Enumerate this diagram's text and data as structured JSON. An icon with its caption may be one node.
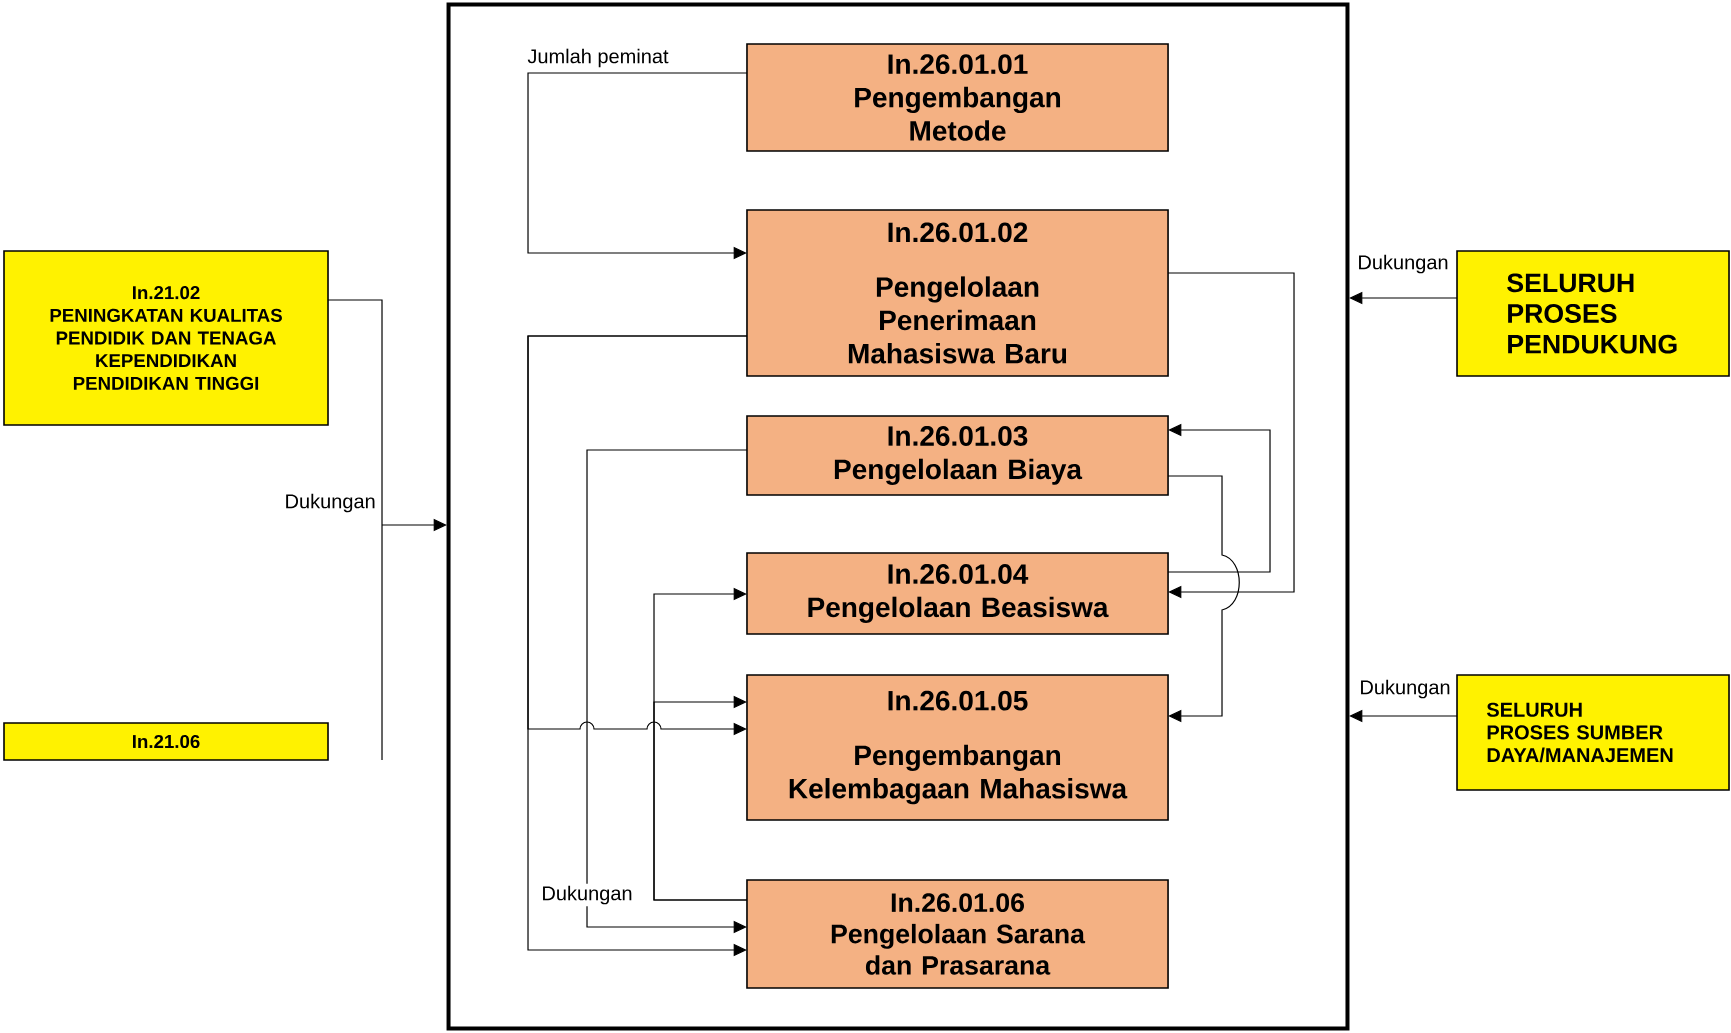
{
  "diagram": {
    "nodes": [
      {
        "text": [],
        "shape": "box"
      },
      {
        "text": [
          "In.26.01.01",
          "Pengembangan Metode"
        ],
        "in": 0
      },
      {
        "text": [
          "In.26.01.02",
          "Pengelolaan Penerimaan Mahasiswa Baru"
        ],
        "in": 0
      },
      {
        "text": [
          "In.26.01.03",
          "Pengelolaan Biaya"
        ],
        "in": 0
      },
      {
        "text": [
          "In.26.01.04",
          "Pengelolaan Beasiswa"
        ],
        "in": 0
      },
      {
        "text": [
          "In.26.01.05",
          "Pengembangan Kelembagaan Mahasiswa"
        ],
        "in": 0
      },
      {
        "text": [
          "In.26.01.06",
          "Pengelolaan Sarana dan Prasarana"
        ],
        "in": 0
      },
      {
        "text": [
          "In.21.02",
          "PENINGKATAN KUALITAS PENDIDIK DAN TENAGA KEPENDIDIKAN PENDIDIKAN TINGGI"
        ]
      },
      {
        "text": [
          "In.21.06"
        ]
      },
      {
        "text": [
          "SELURUH PROSES PENDUKUNG"
        ]
      },
      {
        "text": [
          "SELURUH PROSES SUMBER DAYA/MANAJEMEN"
        ]
      }
    ],
    "edges": [
      {
        "from": 1,
        "to": 2,
        "arrow": "to",
        "label": "Jumlah peminat"
      },
      {
        "from": 2,
        "to": 5,
        "arrow": "to"
      },
      {
        "from": 2,
        "to": 6,
        "arrow": "to"
      },
      {
        "from": 3,
        "to": 6,
        "arrow": "to",
        "label": "Dukungan"
      },
      {
        "from": 6,
        "to": 4,
        "arrow": "to"
      },
      {
        "from": 6,
        "to": 5,
        "arrow": "to"
      },
      {
        "from": 2,
        "to": 4,
        "arrow": "to"
      },
      {
        "from": 4,
        "to": 3,
        "arrow": "to"
      },
      {
        "from": 3,
        "to": 5,
        "arrow": "to"
      },
      {
        "from": 7,
        "to": 0,
        "arrow": "to",
        "label": "Dukungan"
      },
      {
        "from": 9,
        "to": 0,
        "arrow": "to",
        "label": "Dukungan"
      },
      {
        "from": 10,
        "to": 0,
        "arrow": "to",
        "label": "Dukungan"
      }
    ]
  }
}
